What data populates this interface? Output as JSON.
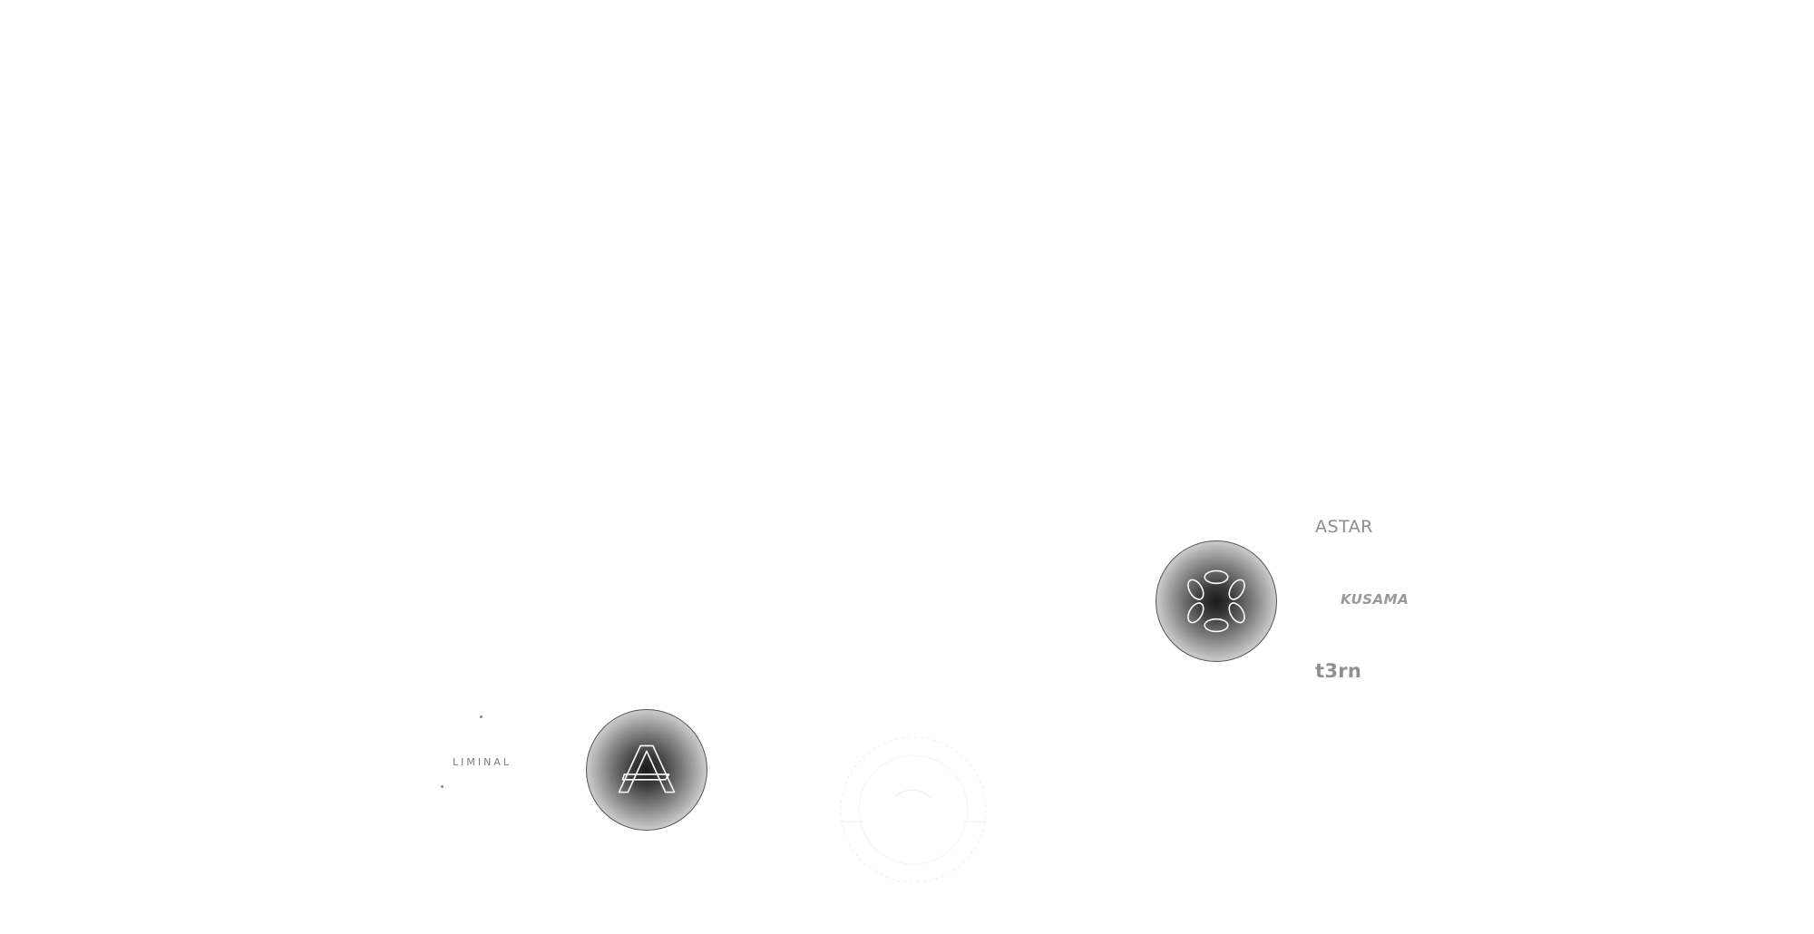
{
  "logos": {
    "astar": "ASTAR",
    "kusama": "KUSAMA",
    "t3rn": "t3rn",
    "liminal": "LIMINAL"
  },
  "icons": {
    "astar_orb": "astar-logo-icon",
    "polkadot_orb": "polkadot-logo-icon",
    "ghost_ring": "faded-ring-icon"
  },
  "colors": {
    "background": "#ffffff",
    "label": "#8d8d8d",
    "orb_dark": "#1a1a1a",
    "orb_light": "#f6f6f6"
  }
}
